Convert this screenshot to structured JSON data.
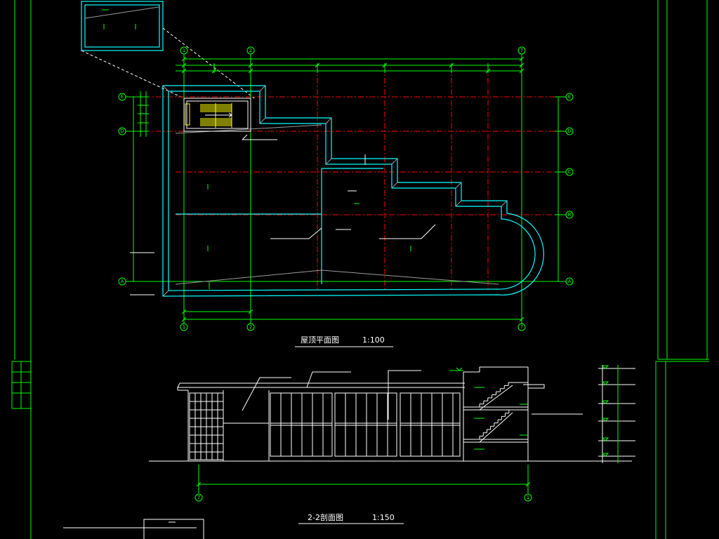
{
  "colors": {
    "background": "#000000",
    "axis_lines": "#00ff00",
    "roof_outline": "#00ffff",
    "grid_lines": "#ff0000",
    "stair": "#ffff00",
    "linework": "#ffffff"
  },
  "roof_plan": {
    "title": "屋顶平面图",
    "scale": "1:100",
    "axes_top": [
      "1",
      "2",
      "7"
    ],
    "axes_bottom": [
      "1",
      "2",
      "7"
    ],
    "axes_left": [
      "E",
      "D",
      "A"
    ],
    "axes_right": [
      "E",
      "D",
      "C",
      "B",
      "A"
    ]
  },
  "section": {
    "title": "2-2剖面图",
    "scale": "1:150",
    "axes": [
      "7",
      "1"
    ]
  }
}
